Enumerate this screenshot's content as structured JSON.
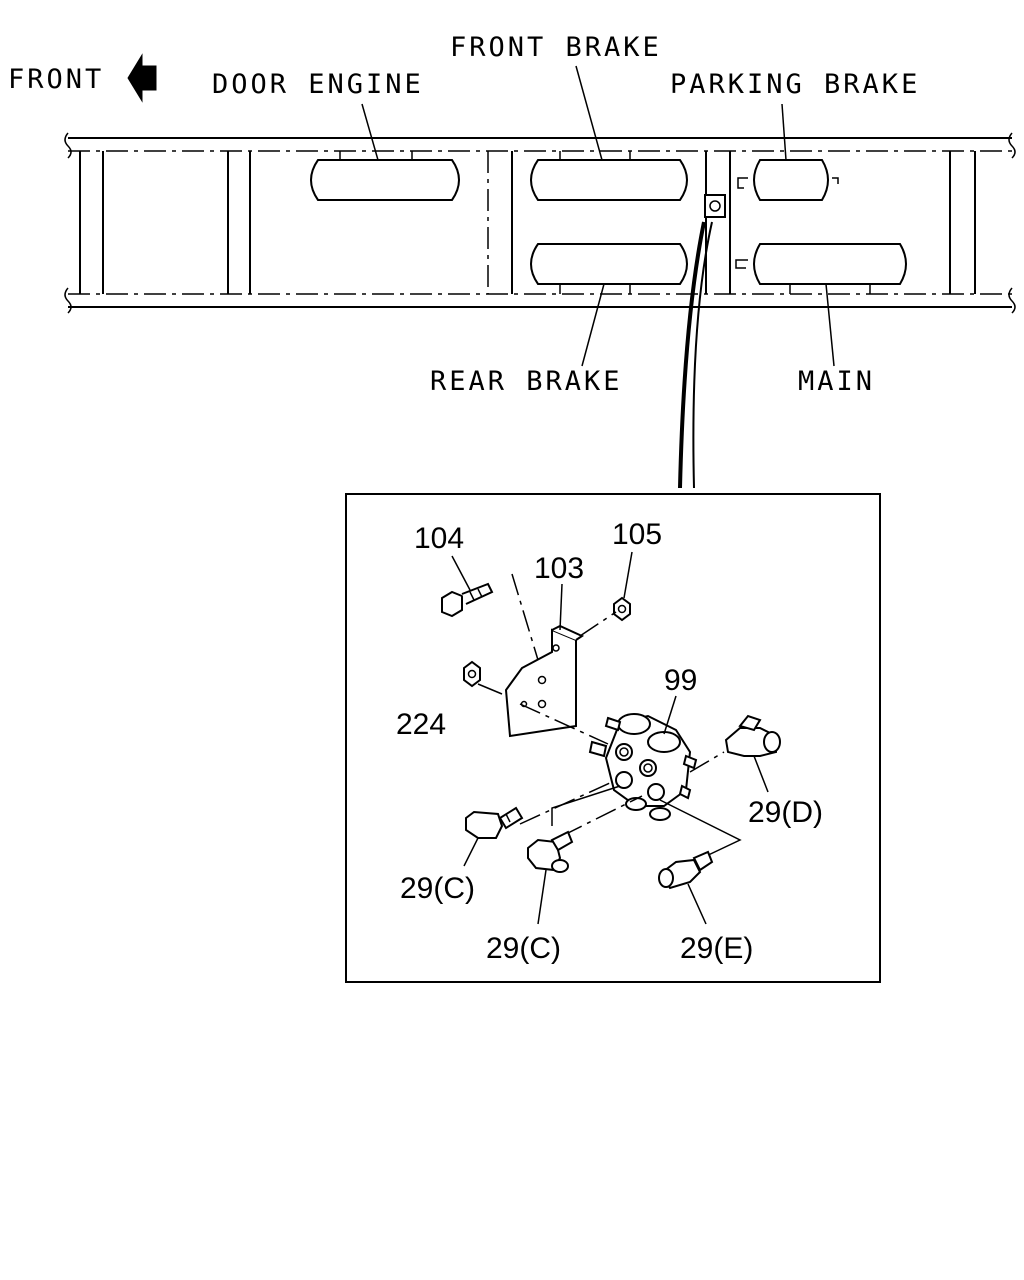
{
  "orientation": {
    "front_label": "FRONT",
    "arrow_icon": "left-arrow-icon"
  },
  "tanks": {
    "door_engine": "DOOR ENGINE",
    "front_brake": "FRONT BRAKE",
    "parking_brake": "PARKING BRAKE",
    "rear_brake": "REAR BRAKE",
    "main": "MAIN"
  },
  "detail": {
    "parts": [
      {
        "id": "104",
        "label": "104"
      },
      {
        "id": "105",
        "label": "105"
      },
      {
        "id": "103",
        "label": "103"
      },
      {
        "id": "99",
        "label": "99"
      },
      {
        "id": "224",
        "label": "224"
      },
      {
        "id": "29D",
        "label": "29(D)"
      },
      {
        "id": "29C_a",
        "label": "29(C)"
      },
      {
        "id": "29C_b",
        "label": "29(C)"
      },
      {
        "id": "29E",
        "label": "29(E)"
      }
    ]
  },
  "colors": {
    "ink": "#000000",
    "background": "#ffffff"
  }
}
